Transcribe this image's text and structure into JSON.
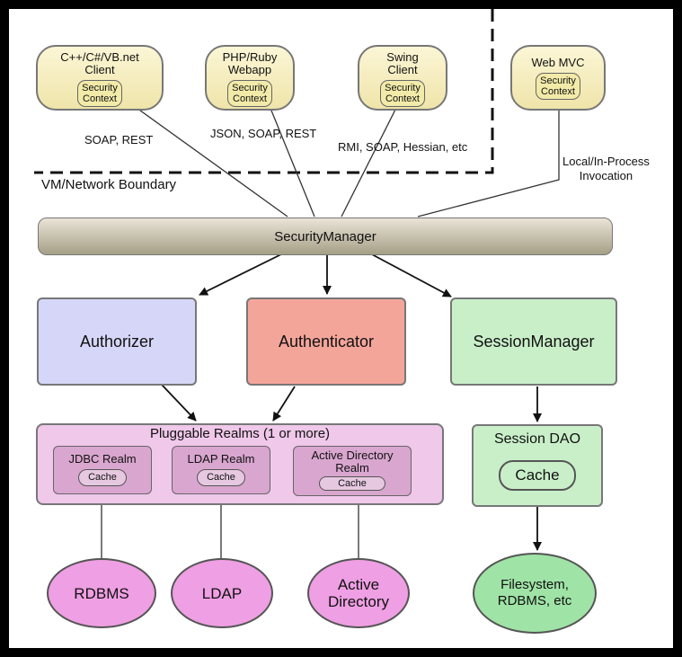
{
  "clients": [
    {
      "title": "C++/C#/VB.net\nClient",
      "context": "Security\nContext"
    },
    {
      "title": "PHP/Ruby\nWebapp",
      "context": "Security\nContext"
    },
    {
      "title": "Swing\nClient",
      "context": "Security\nContext"
    },
    {
      "title": "Web MVC",
      "context": "Security\nContext"
    }
  ],
  "protocols": {
    "soap_rest": "SOAP, REST",
    "json_soap_rest": "JSON, SOAP, REST",
    "rmi": "RMI, SOAP, Hessian, etc",
    "local": "Local/In-Process\nInvocation"
  },
  "boundary_label": "VM/Network Boundary",
  "security_manager": "SecurityManager",
  "components": {
    "authorizer": "Authorizer",
    "authenticator": "Authenticator",
    "session_manager": "SessionManager"
  },
  "realms": {
    "title": "Pluggable Realms (1 or more)",
    "items": [
      {
        "name": "JDBC Realm",
        "cache": "Cache"
      },
      {
        "name": "LDAP Realm",
        "cache": "Cache"
      },
      {
        "name": "Active Directory\nRealm",
        "cache": "Cache"
      }
    ]
  },
  "session_dao": {
    "title": "Session DAO",
    "cache": "Cache"
  },
  "stores": {
    "rdbms": "RDBMS",
    "ldap": "LDAP",
    "active_directory": "Active\nDirectory",
    "filesystem": "Filesystem,\nRDBMS, etc"
  },
  "colors": {
    "authorizer": "#d6d6f8",
    "authenticator": "#f4a59a",
    "session": "#c9efc9",
    "realms": "#f0c8ea",
    "store": "#ef9fe3",
    "filesystem": "#9fe3a6"
  }
}
